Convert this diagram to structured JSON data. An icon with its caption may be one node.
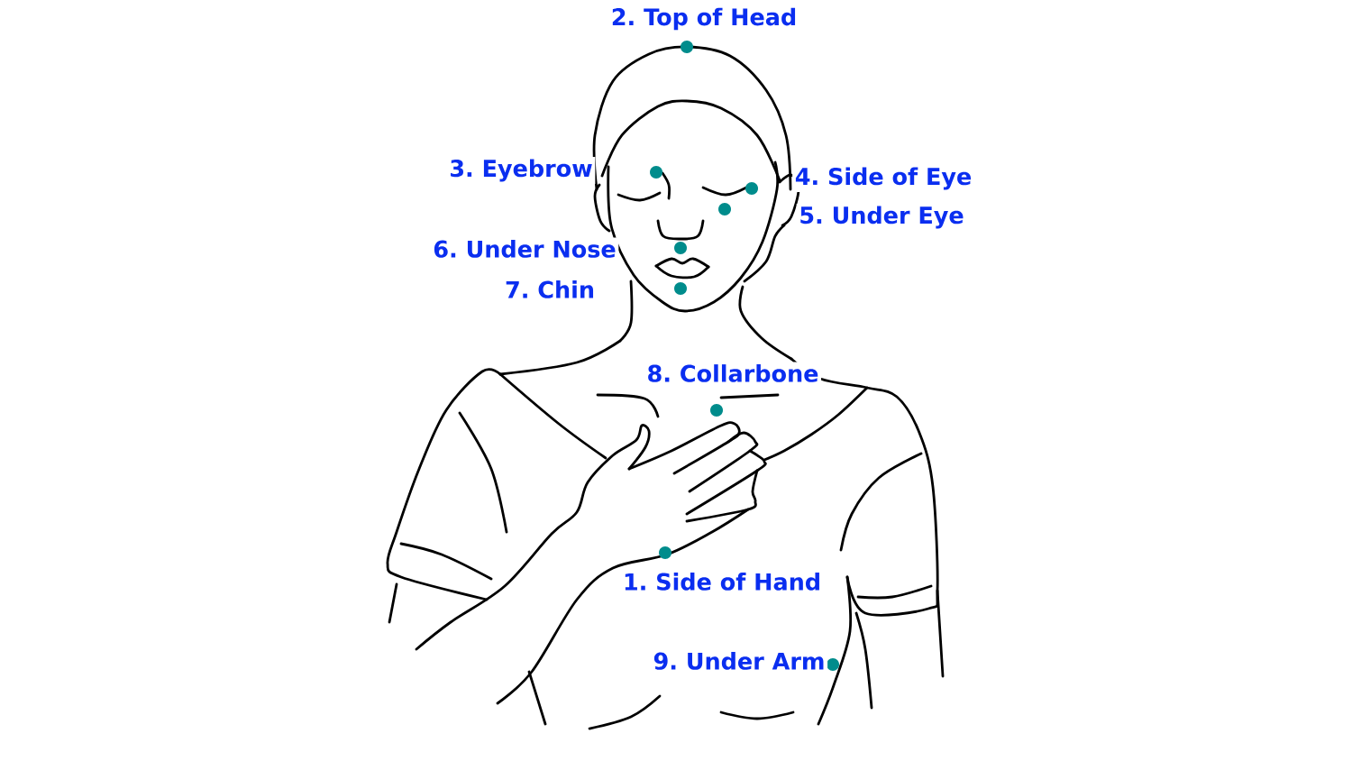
{
  "diagram": {
    "labels": [
      "2. Top of Head",
      "3. Eyebrow",
      "4. Side of Eye",
      "5. Under Eye",
      "6. Under Nose",
      "7. Chin",
      "8. Collarbone",
      "1. Side of Hand",
      "9. Under Arm"
    ]
  }
}
